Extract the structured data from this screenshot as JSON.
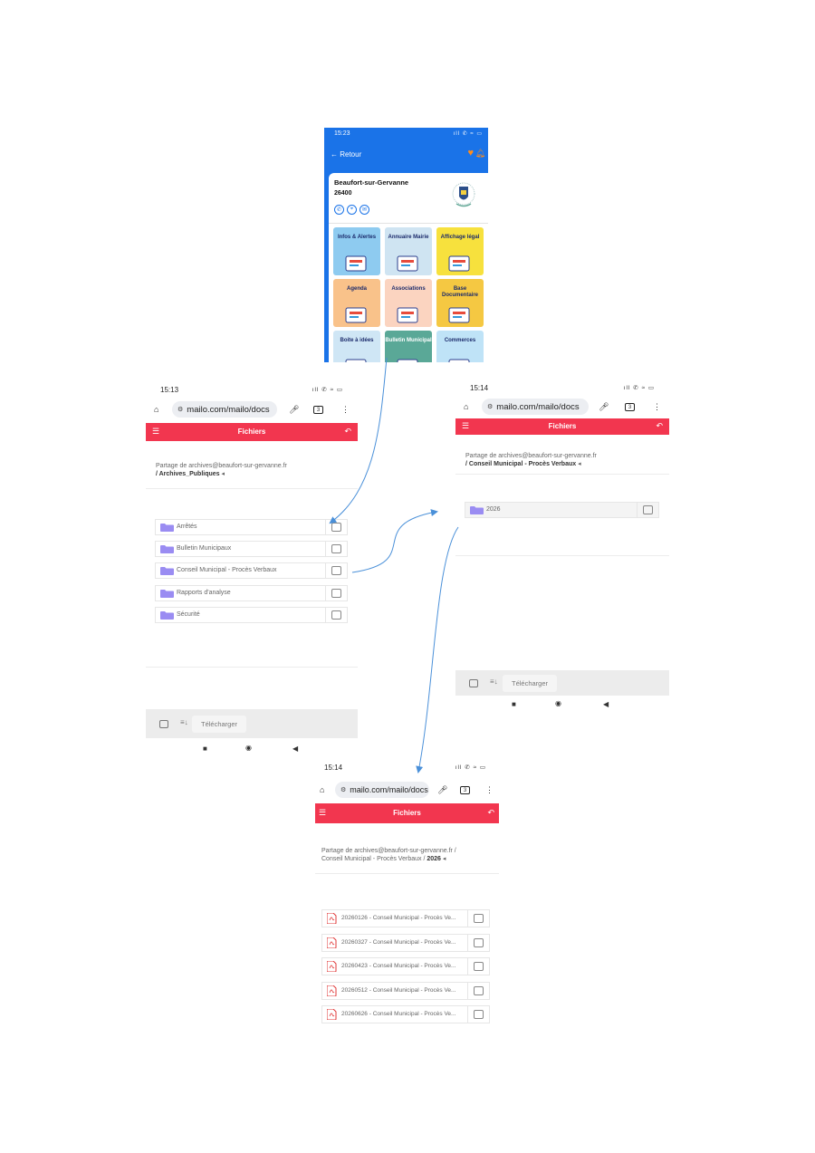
{
  "app": {
    "time": "15:23",
    "status_icons": "ıll ✆ ≈ ▭",
    "back_label": "← Retour",
    "city": "Beaufort-sur-Gervanne",
    "postal_code": "26400",
    "tiles": [
      {
        "label": "Infos & Alertes",
        "color": "#8ecbf0"
      },
      {
        "label": "Annuaire Mairie",
        "color": "#cfe4f2"
      },
      {
        "label": "Affichage légal",
        "color": "#f7e13d"
      },
      {
        "label": "Agenda",
        "color": "#f9c28a"
      },
      {
        "label": "Associations",
        "color": "#fbd4c0"
      },
      {
        "label": "Base Documentaire",
        "color": "#f5c842"
      },
      {
        "label": "Boite à idées",
        "color": "#cfe6f5"
      },
      {
        "label": "Bulletin Municipal",
        "color": "#5aa897"
      },
      {
        "label": "Commerces",
        "color": "#bfe3f7"
      }
    ]
  },
  "screen1": {
    "time": "15:13",
    "url": "mailo.com/mailo/docs",
    "tab_count": "3",
    "header_title": "Fichiers",
    "crumb_line1": "Partage de archives@beaufort-sur-gervanne.fr",
    "crumb_line2": "/ Archives_Publiques",
    "folders": [
      "Arrêtés",
      "Bulletin Municipaux",
      "Conseil Municipal - Procès Verbaux",
      "Rapports d'analyse",
      "Sécurité"
    ],
    "download_label": "Télécharger"
  },
  "screen2": {
    "time": "15:14",
    "url": "mailo.com/mailo/docs",
    "tab_count": "3",
    "header_title": "Fichiers",
    "crumb_line1": "Partage de archives@beaufort-sur-gervanne.fr",
    "crumb_line2": "/ Conseil Municipal - Procès Verbaux",
    "folders": [
      "2026"
    ],
    "download_label": "Télécharger"
  },
  "screen3": {
    "time": "15:14",
    "url": "mailo.com/mailo/docs",
    "tab_count": "3",
    "header_title": "Fichiers",
    "crumb_line1": "Partage de archives@beaufort-sur-gervanne.fr /",
    "crumb_line2a": "Conseil Municipal - Procès Verbaux / ",
    "crumb_line2b": "2026",
    "files": [
      "20260126 - Conseil Municipal - Procès Ve...",
      "20260327 - Conseil Municipal - Procès Ve...",
      "20260423 - Conseil Municipal - Procès Ve...",
      "20260512 - Conseil Municipal - Procès Ve...",
      "20260626 - Conseil Municipal - Procès Ve..."
    ]
  },
  "colors": {
    "accent_red": "#f2364f",
    "app_blue": "#1a73e8",
    "folder": "#9a8cf2",
    "arrow": "#4a90d9"
  }
}
